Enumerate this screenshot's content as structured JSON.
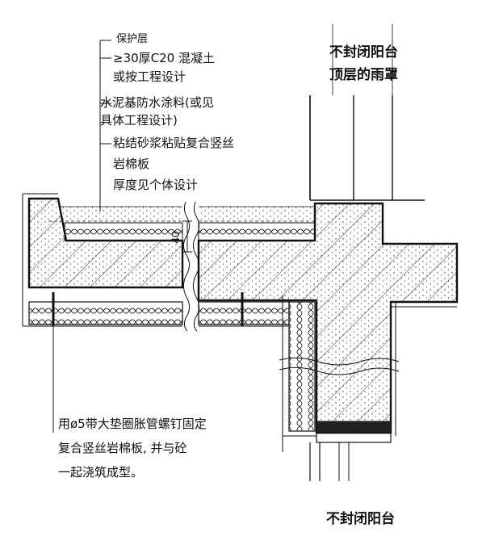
{
  "titles": {
    "top_line1": "不封闭阳台",
    "top_line2": "顶层的雨罩",
    "bottom": "不封闭阳台"
  },
  "labels": {
    "layer1": "保护层",
    "layer2a": "≥30厚C20 混凝土",
    "layer2b": "或按工程设计",
    "layer3a": "水泥基防水涂料(或见",
    "layer3b": "具体工程设计)",
    "layer4a": "粘结砂浆粘贴复合竖丝",
    "layer4b": "岩棉板",
    "layer4c": "厚度见个体设计",
    "anchor1": "用ø5带大垫圈胀管螺钉固定",
    "anchor2": "复合竖丝岩棉板, 并与砼",
    "anchor3": "一起浇筑成型。"
  },
  "dimensions": {
    "thickness": "40"
  },
  "colors": {
    "line": "#111111",
    "background": "#ffffff"
  }
}
